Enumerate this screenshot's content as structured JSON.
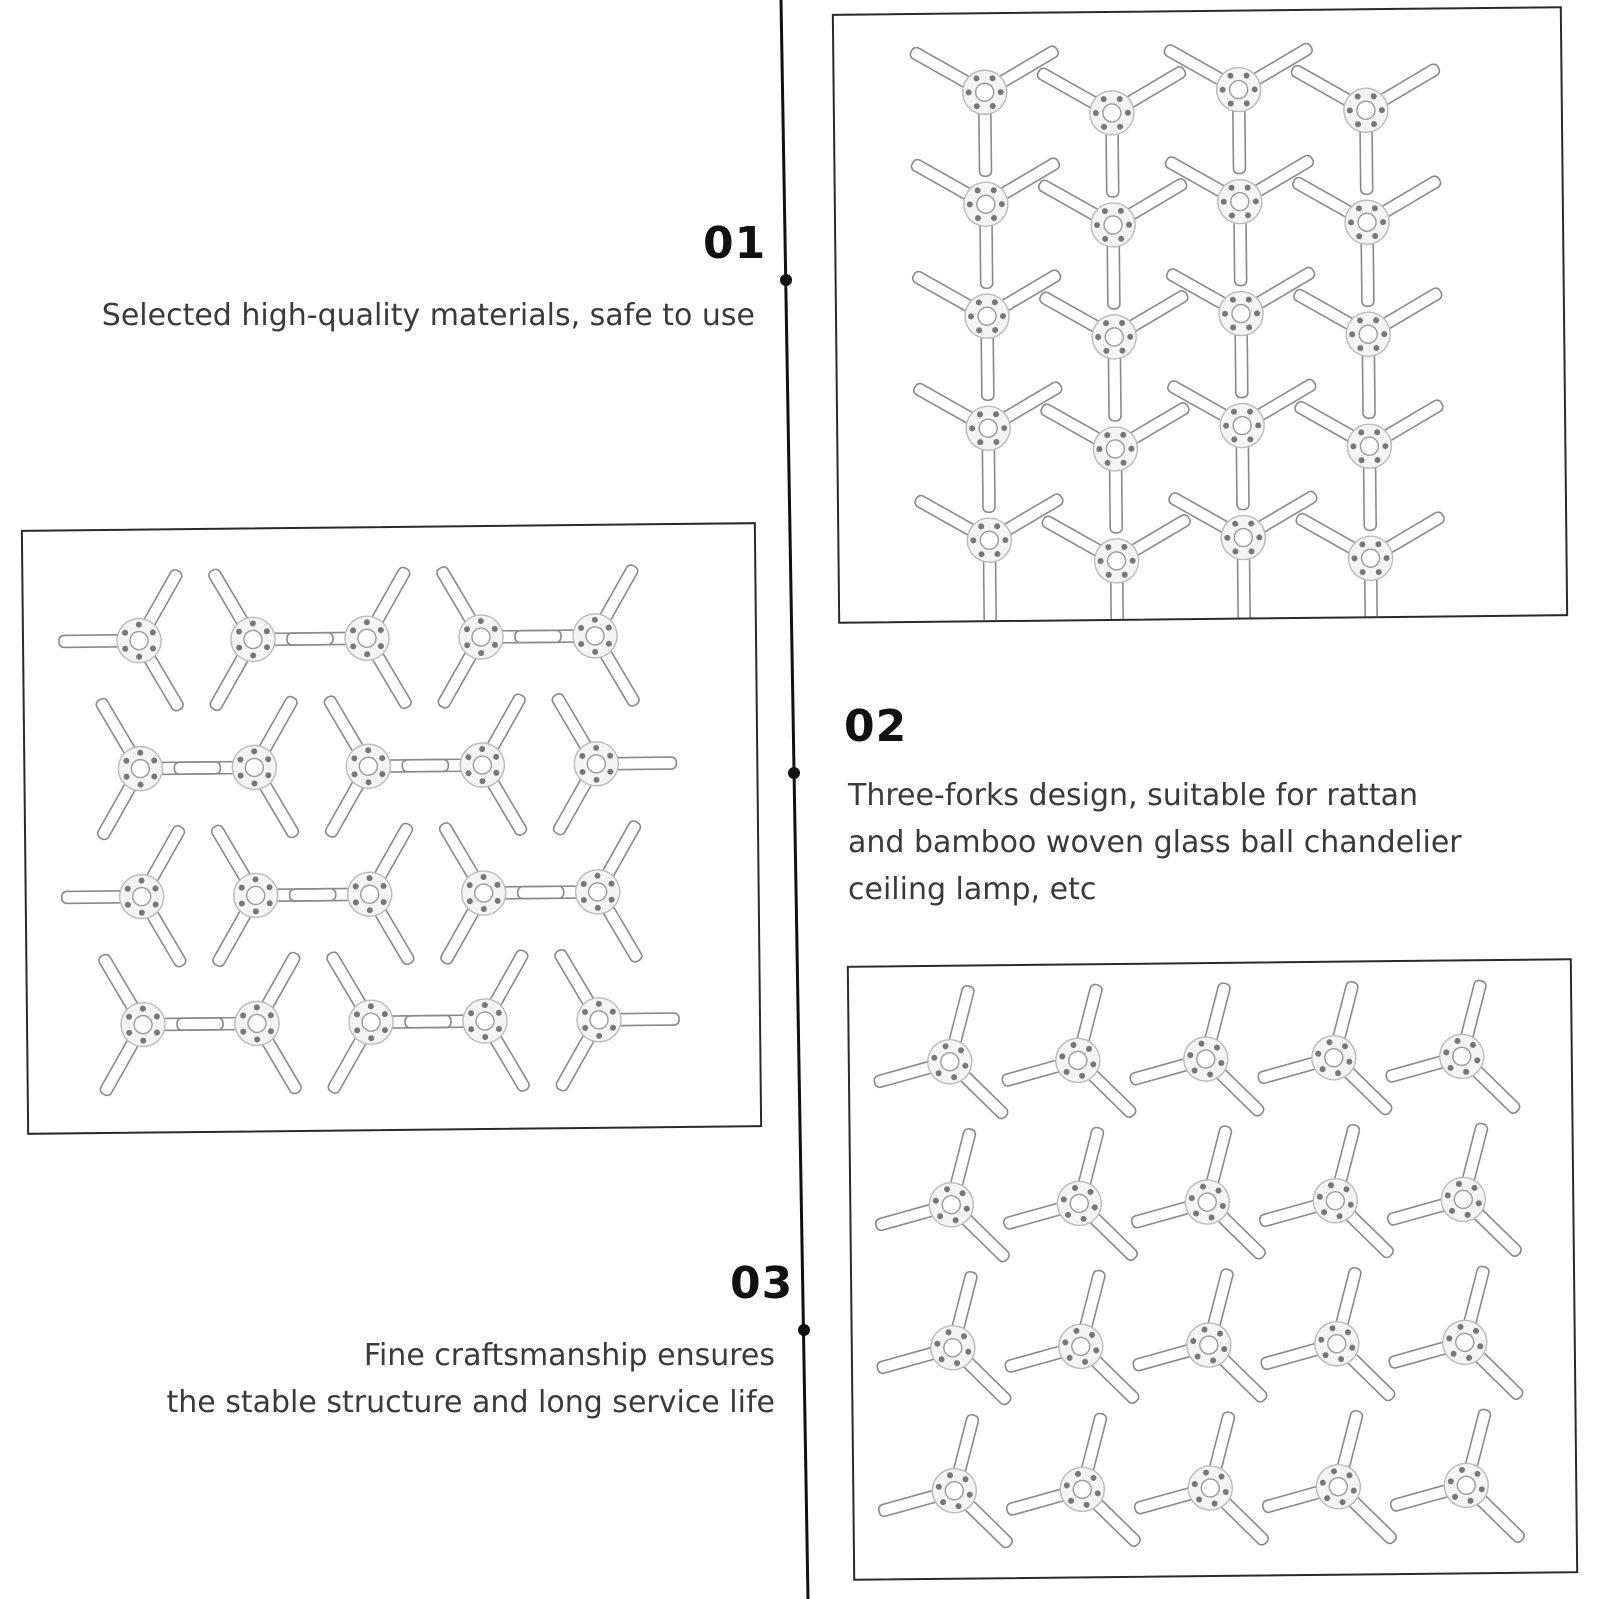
{
  "features": [
    {
      "number": "01",
      "lines": [
        "Selected high-quality materials, safe to use"
      ]
    },
    {
      "number": "02",
      "lines": [
        "Three-forks design, suitable for rattan",
        "and bamboo woven glass ball chandelier",
        "ceiling lamp, etc"
      ]
    },
    {
      "number": "03",
      "lines": [
        "Fine craftsmanship ensures",
        "the stable structure and long service life"
      ]
    }
  ],
  "panels": [
    {
      "name": "top-right",
      "rows": 5,
      "cols": 4,
      "item_count": 20
    },
    {
      "name": "middle-left",
      "rows": 4,
      "cols": 5,
      "item_count": 20
    },
    {
      "name": "bottom-right",
      "rows": 4,
      "cols": 5,
      "item_count": 20
    }
  ],
  "colors": {
    "line": "#111111",
    "text": "#3a3a3a",
    "number": "#111111",
    "frame": "#2a2a2a",
    "product_stroke": "#8a8a8a"
  }
}
